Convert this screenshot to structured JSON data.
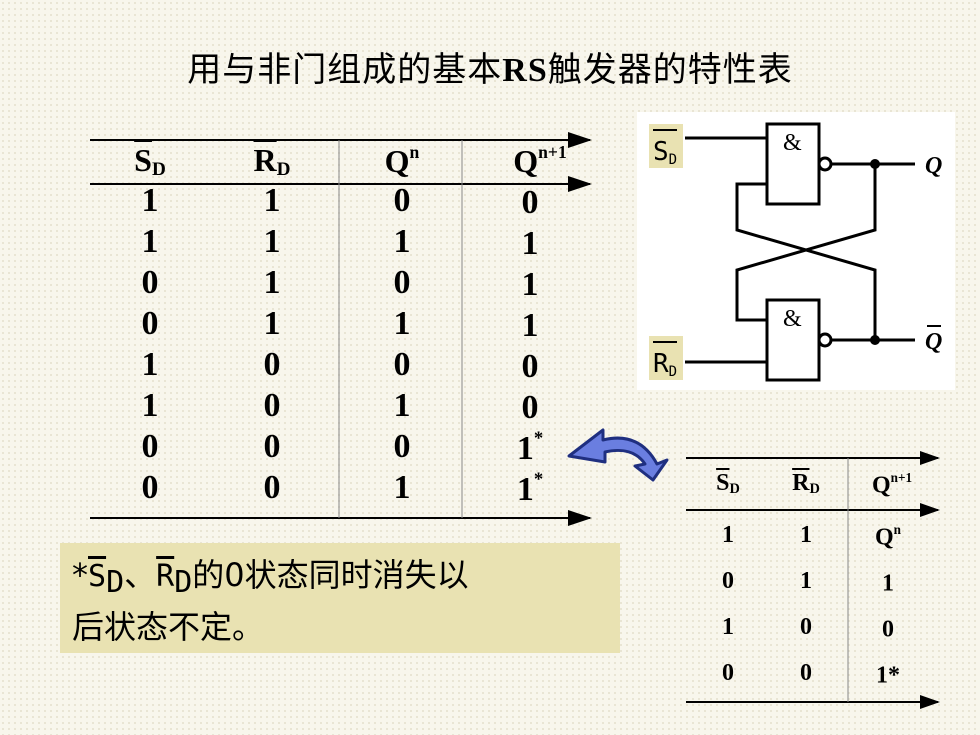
{
  "title": {
    "prefix": "用与非门组成的基本",
    "rs": "RS",
    "suffix": "触发器的特性表"
  },
  "main_table": {
    "headers": [
      "S",
      "D",
      "R",
      "D",
      "Q",
      "n",
      "Q",
      "n+1"
    ],
    "rows": [
      [
        "1",
        "1",
        "0",
        "0",
        ""
      ],
      [
        "1",
        "1",
        "1",
        "1",
        ""
      ],
      [
        "0",
        "1",
        "0",
        "1",
        ""
      ],
      [
        "0",
        "1",
        "1",
        "1",
        ""
      ],
      [
        "1",
        "0",
        "0",
        "0",
        ""
      ],
      [
        "1",
        "0",
        "1",
        "0",
        ""
      ],
      [
        "0",
        "0",
        "0",
        "1",
        "*"
      ],
      [
        "0",
        "0",
        "1",
        "1",
        "*"
      ]
    ]
  },
  "note": {
    "star": "*",
    "s": "S",
    "s_sub": "D",
    "sep": "、",
    "r": "R",
    "r_sub": "D",
    "line1_rest": "的0状态同时消失以",
    "line2": "后状态不定。"
  },
  "circuit": {
    "s_label": "S",
    "s_sub": "D",
    "r_label": "R",
    "r_sub": "D",
    "gate_symbol": "&",
    "q": "Q",
    "qbar": "Q"
  },
  "small_table": {
    "headers": [
      "S",
      "D",
      "R",
      "D",
      "Q",
      "n+1"
    ],
    "rows": [
      [
        "1",
        "1",
        "Q",
        "n"
      ],
      [
        "0",
        "1",
        "1",
        ""
      ],
      [
        "1",
        "0",
        "0",
        ""
      ],
      [
        "0",
        "0",
        "1*",
        ""
      ]
    ]
  },
  "colors": {
    "label_bg": "#e9e2b2",
    "arrow_fill": "#6a7ee0",
    "arrow_stroke": "#1f2f80"
  }
}
